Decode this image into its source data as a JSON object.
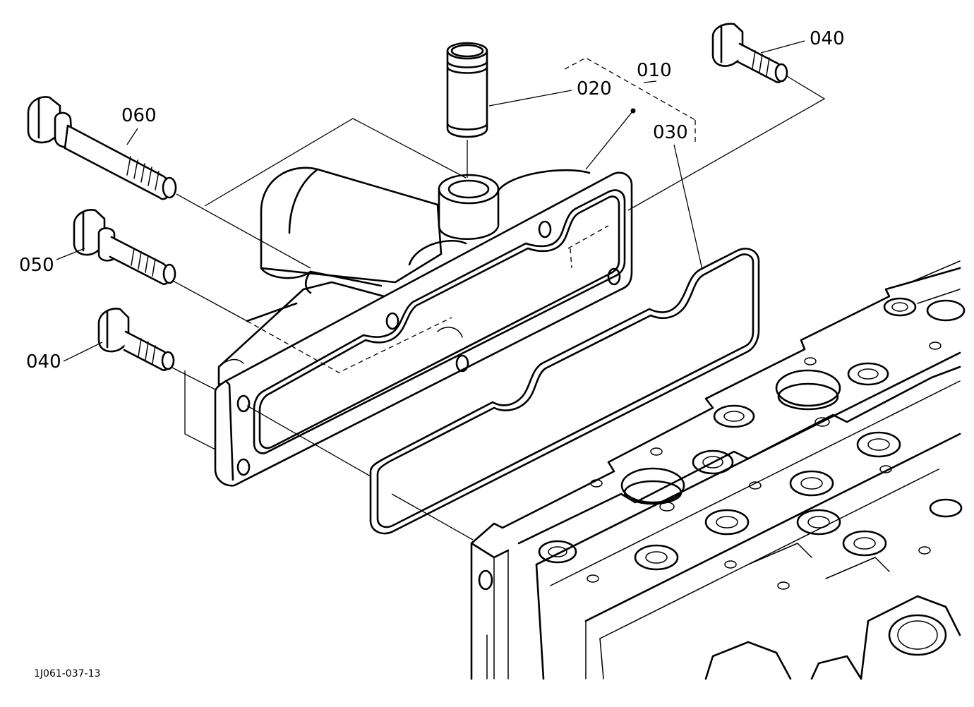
{
  "figure_id": "1J061-037-13",
  "callouts": {
    "p010": "010",
    "p020": "020",
    "p030": "030",
    "p040_top": "040",
    "p040_left": "040",
    "p050": "050",
    "p060": "060"
  },
  "colors": {
    "line": "#000000",
    "background": "#ffffff"
  }
}
